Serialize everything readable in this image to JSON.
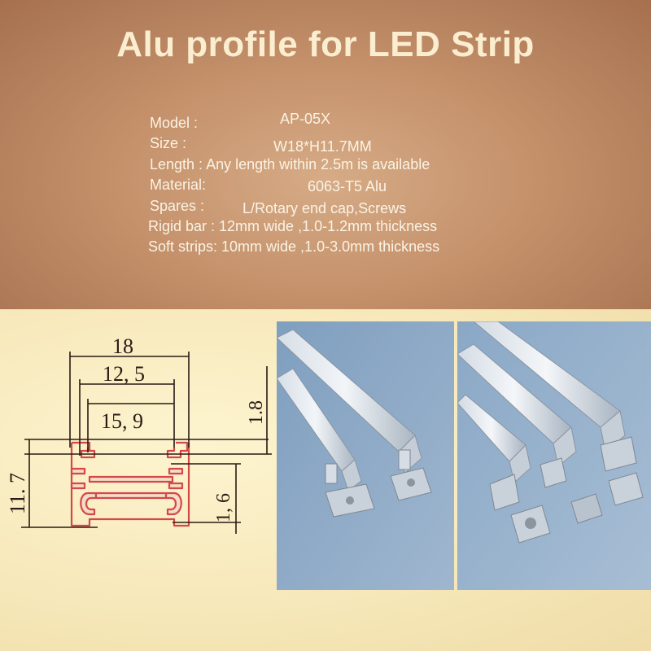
{
  "title": "Alu profile for LED Strip",
  "specs": {
    "model_label": "Model :",
    "model_value": "AP-05X",
    "size_label": "Size   :",
    "size_value": "W18*H11.7MM",
    "length_text": "Length : Any length within 2.5m is available",
    "material_label": "Material:",
    "material_value": "6063-T5 Alu",
    "spares_label": "Spares  :",
    "spares_value": "L/Rotary end cap,Screws",
    "rigid_text": "Rigid bar :  12mm wide ,1.0-1.2mm thickness",
    "soft_text": "Soft strips: 10mm wide ,1.0-3.0mm thickness"
  },
  "drawing": {
    "dim_width": "18",
    "dim_inner_top": "12, 5",
    "dim_inner": "15, 9",
    "dim_lip": "1.8",
    "dim_height": "11. 7",
    "dim_base": "1, 6"
  },
  "colors": {
    "top_background": "#c4916b",
    "bottom_background": "#f6e7b8",
    "profile_outline": "#d44848",
    "dimension_lines": "#2a1a14"
  }
}
